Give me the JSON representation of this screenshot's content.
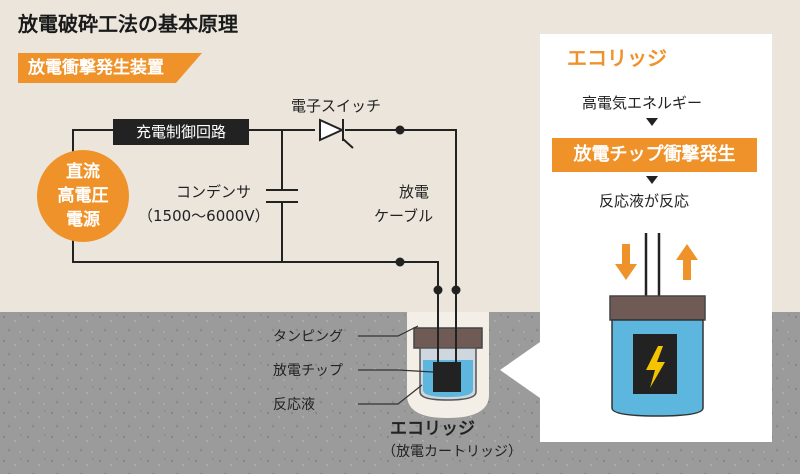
{
  "title": "放電破砕工法の基本原理",
  "section_tag": "放電衝撃発生装置",
  "circuit": {
    "power_source_lines": [
      "直流",
      "高電圧",
      "電源"
    ],
    "control_circuit": "充電制御回路",
    "switch_label": "電子スイッチ",
    "capacitor_lines": [
      "コンデンサ",
      "（1500〜6000V）"
    ],
    "cable_lines": [
      "放電",
      "ケーブル"
    ]
  },
  "parts": {
    "tamping": "タンピング",
    "discharge_chip": "放電チップ",
    "reaction_liquid": "反応液"
  },
  "cartridge": {
    "name": "エコリッジ",
    "subtitle": "（放電カートリッジ）"
  },
  "panel": {
    "title": "エコリッジ",
    "step1": "高電気エネルギー",
    "step2": "放電チップ衝撃発生",
    "step3": "反応液が反応"
  },
  "colors": {
    "accent": "#f0922a",
    "ground": "#9a9a9a",
    "background": "#ebe5dc",
    "liquid": "#5cb6de"
  }
}
